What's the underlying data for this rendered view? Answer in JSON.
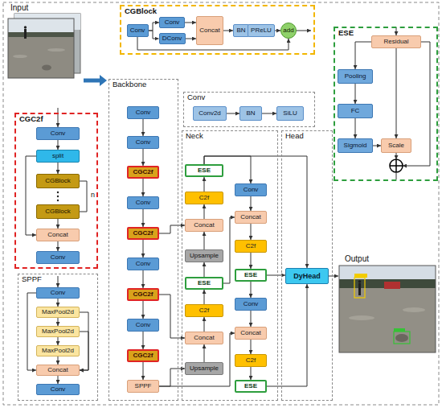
{
  "diagram": {
    "nodes": [
      {
        "text": [
          "CGBlock"
        ]
      },
      {
        "text": [
          "Conv"
        ],
        "in": 0
      },
      {
        "text": [
          "Conv"
        ],
        "in": 0
      },
      {
        "text": [
          "DConv"
        ],
        "in": 0
      },
      {
        "text": [
          "Concat"
        ],
        "in": 0
      },
      {
        "text": [
          "BN"
        ],
        "in": 0
      },
      {
        "text": [
          "PReLU"
        ],
        "in": 0
      },
      {
        "text": [
          "add"
        ],
        "in": 0
      },
      {
        "text": [
          "ESE"
        ]
      },
      {
        "text": [
          "Residual"
        ],
        "in": 8
      },
      {
        "text": [
          "Pooling"
        ],
        "in": 8
      },
      {
        "text": [
          "FC"
        ],
        "in": 8
      },
      {
        "text": [
          "Sigmoid"
        ],
        "in": 8
      },
      {
        "text": [
          "Scale"
        ],
        "in": 8
      },
      {
        "text": [
          "Conv"
        ]
      },
      {
        "text": [
          "Conv2d"
        ],
        "in": 14
      },
      {
        "text": [
          "BN"
        ],
        "in": 14
      },
      {
        "text": [
          "SiLU"
        ],
        "in": 14
      },
      {
        "text": [
          "CGC2f"
        ]
      },
      {
        "text": [
          "Conv"
        ],
        "in": 18
      },
      {
        "text": [
          "split"
        ],
        "in": 18
      },
      {
        "text": [
          "CGBlock"
        ],
        "in": 18
      },
      {
        "text": [
          "CGBlock"
        ],
        "in": 18
      },
      {
        "text": [
          "Concat"
        ],
        "in": 18
      },
      {
        "text": [
          "Conv"
        ],
        "in": 18
      },
      {
        "text": [
          "SPPF"
        ]
      },
      {
        "text": [
          "Conv"
        ],
        "in": 25
      },
      {
        "text": [
          "MaxPool2d"
        ],
        "in": 25
      },
      {
        "text": [
          "MaxPool2d"
        ],
        "in": 25
      },
      {
        "text": [
          "MaxPool2d"
        ],
        "in": 25
      },
      {
        "text": [
          "Concat"
        ],
        "in": 25
      },
      {
        "text": [
          "Conv"
        ],
        "in": 25
      },
      {
        "text": [
          "Backbone"
        ]
      },
      {
        "text": [
          "Conv"
        ],
        "in": 32
      },
      {
        "text": [
          "Conv"
        ],
        "in": 32
      },
      {
        "text": [
          "CGC2f"
        ],
        "in": 32
      },
      {
        "text": [
          "Conv"
        ],
        "in": 32
      },
      {
        "text": [
          "CGC2f"
        ],
        "in": 32
      },
      {
        "text": [
          "Conv"
        ],
        "in": 32
      },
      {
        "text": [
          "CGC2f"
        ],
        "in": 32
      },
      {
        "text": [
          "Conv"
        ],
        "in": 32
      },
      {
        "text": [
          "CGC2f"
        ],
        "in": 32
      },
      {
        "text": [
          "SPPF"
        ],
        "in": 32
      },
      {
        "text": [
          "Neck"
        ]
      },
      {
        "text": [
          "ESE"
        ],
        "in": 43
      },
      {
        "text": [
          "C2f"
        ],
        "in": 43
      },
      {
        "text": [
          "Concat"
        ],
        "in": 43
      },
      {
        "text": [
          "Upsample"
        ],
        "in": 43
      },
      {
        "text": [
          "ESE"
        ],
        "in": 43
      },
      {
        "text": [
          "C2f"
        ],
        "in": 43
      },
      {
        "text": [
          "Concat"
        ],
        "in": 43
      },
      {
        "text": [
          "Upsample"
        ],
        "in": 43
      },
      {
        "text": [
          "Conv"
        ],
        "in": 43
      },
      {
        "text": [
          "Concat"
        ],
        "in": 43
      },
      {
        "text": [
          "C2f"
        ],
        "in": 43
      },
      {
        "text": [
          "ESE"
        ],
        "in": 43
      },
      {
        "text": [
          "Conv"
        ],
        "in": 43
      },
      {
        "text": [
          "Concat"
        ],
        "in": 43
      },
      {
        "text": [
          "C2f"
        ],
        "in": 43
      },
      {
        "text": [
          "ESE"
        ],
        "in": 43
      },
      {
        "text": [
          "Head"
        ]
      },
      {
        "text": [
          "DyHead"
        ],
        "in": 60
      }
    ],
    "edges": [
      {
        "from": 1,
        "to": 2,
        "arrow": "to"
      },
      {
        "from": 1,
        "to": 3,
        "arrow": "to"
      },
      {
        "from": 2,
        "to": 4,
        "arrow": "to"
      },
      {
        "from": 3,
        "to": 4,
        "arrow": "to"
      },
      {
        "from": 4,
        "to": 5,
        "arrow": "to"
      },
      {
        "from": 6,
        "to": 7,
        "arrow": "to"
      },
      {
        "from": 1,
        "to": 7,
        "arrow": "to"
      },
      {
        "from": 9,
        "to": 10,
        "arrow": "to"
      },
      {
        "from": 10,
        "to": 11,
        "arrow": "to"
      },
      {
        "from": 11,
        "to": 12,
        "arrow": "to"
      },
      {
        "from": 12,
        "to": 13,
        "arrow": "to"
      },
      {
        "from": 9,
        "to": 13,
        "arrow": "to"
      },
      {
        "from": 15,
        "to": 16,
        "arrow": "to"
      },
      {
        "from": 16,
        "to": 17,
        "arrow": "to"
      },
      {
        "from": 19,
        "to": 20,
        "arrow": "to"
      },
      {
        "from": 20,
        "to": 21,
        "arrow": "to"
      },
      {
        "from": 22,
        "to": 23,
        "arrow": "to"
      },
      {
        "from": 23,
        "to": 24,
        "arrow": "to"
      },
      {
        "from": 20,
        "to": 23,
        "arrow": "to"
      },
      {
        "from": 26,
        "to": 27,
        "arrow": "to"
      },
      {
        "from": 27,
        "to": 28,
        "arrow": "to"
      },
      {
        "from": 28,
        "to": 29,
        "arrow": "to"
      },
      {
        "from": 29,
        "to": 30,
        "arrow": "to"
      },
      {
        "from": 30,
        "to": 31,
        "arrow": "to"
      },
      {
        "from": 26,
        "to": 30,
        "arrow": "to"
      },
      {
        "from": 27,
        "to": 30,
        "arrow": "to"
      },
      {
        "from": 28,
        "to": 30,
        "arrow": "to"
      },
      {
        "from": 33,
        "to": 34,
        "arrow": "to"
      },
      {
        "from": 34,
        "to": 35,
        "arrow": "to"
      },
      {
        "from": 35,
        "to": 36,
        "arrow": "to"
      },
      {
        "from": 36,
        "to": 37,
        "arrow": "to"
      },
      {
        "from": 37,
        "to": 38,
        "arrow": "to"
      },
      {
        "from": 38,
        "to": 39,
        "arrow": "to"
      },
      {
        "from": 39,
        "to": 40,
        "arrow": "to"
      },
      {
        "from": 40,
        "to": 41,
        "arrow": "to"
      },
      {
        "from": 41,
        "to": 42,
        "arrow": "to"
      },
      {
        "from": 39,
        "to": 50,
        "arrow": "to"
      },
      {
        "from": 37,
        "to": 46,
        "arrow": "to"
      },
      {
        "from": 42,
        "to": 51,
        "arrow": "to"
      },
      {
        "from": 42,
        "to": 57,
        "arrow": "to"
      },
      {
        "from": 51,
        "to": 50,
        "arrow": "to"
      },
      {
        "from": 50,
        "to": 49,
        "arrow": "to"
      },
      {
        "from": 49,
        "to": 48,
        "arrow": "to"
      },
      {
        "from": 48,
        "to": 47,
        "arrow": "to"
      },
      {
        "from": 47,
        "to": 46,
        "arrow": "to"
      },
      {
        "from": 46,
        "to": 45,
        "arrow": "to"
      },
      {
        "from": 45,
        "to": 44,
        "arrow": "to"
      },
      {
        "from": 44,
        "to": 52,
        "arrow": "to"
      },
      {
        "from": 48,
        "to": 53,
        "arrow": "to"
      },
      {
        "from": 52,
        "to": 53,
        "arrow": "to"
      },
      {
        "from": 53,
        "to": 54,
        "arrow": "to"
      },
      {
        "from": 54,
        "to": 55,
        "arrow": "to"
      },
      {
        "from": 55,
        "to": 56,
        "arrow": "to"
      },
      {
        "from": 56,
        "to": 57,
        "arrow": "to"
      },
      {
        "from": 57,
        "to": 58,
        "arrow": "to"
      },
      {
        "from": 58,
        "to": 59,
        "arrow": "to"
      },
      {
        "from": 44,
        "to": 61,
        "arrow": "to"
      },
      {
        "from": 55,
        "to": 61,
        "arrow": "to"
      },
      {
        "from": 59,
        "to": 61,
        "arrow": "to"
      }
    ],
    "labels": [
      "Input",
      "Output",
      "n"
    ]
  }
}
